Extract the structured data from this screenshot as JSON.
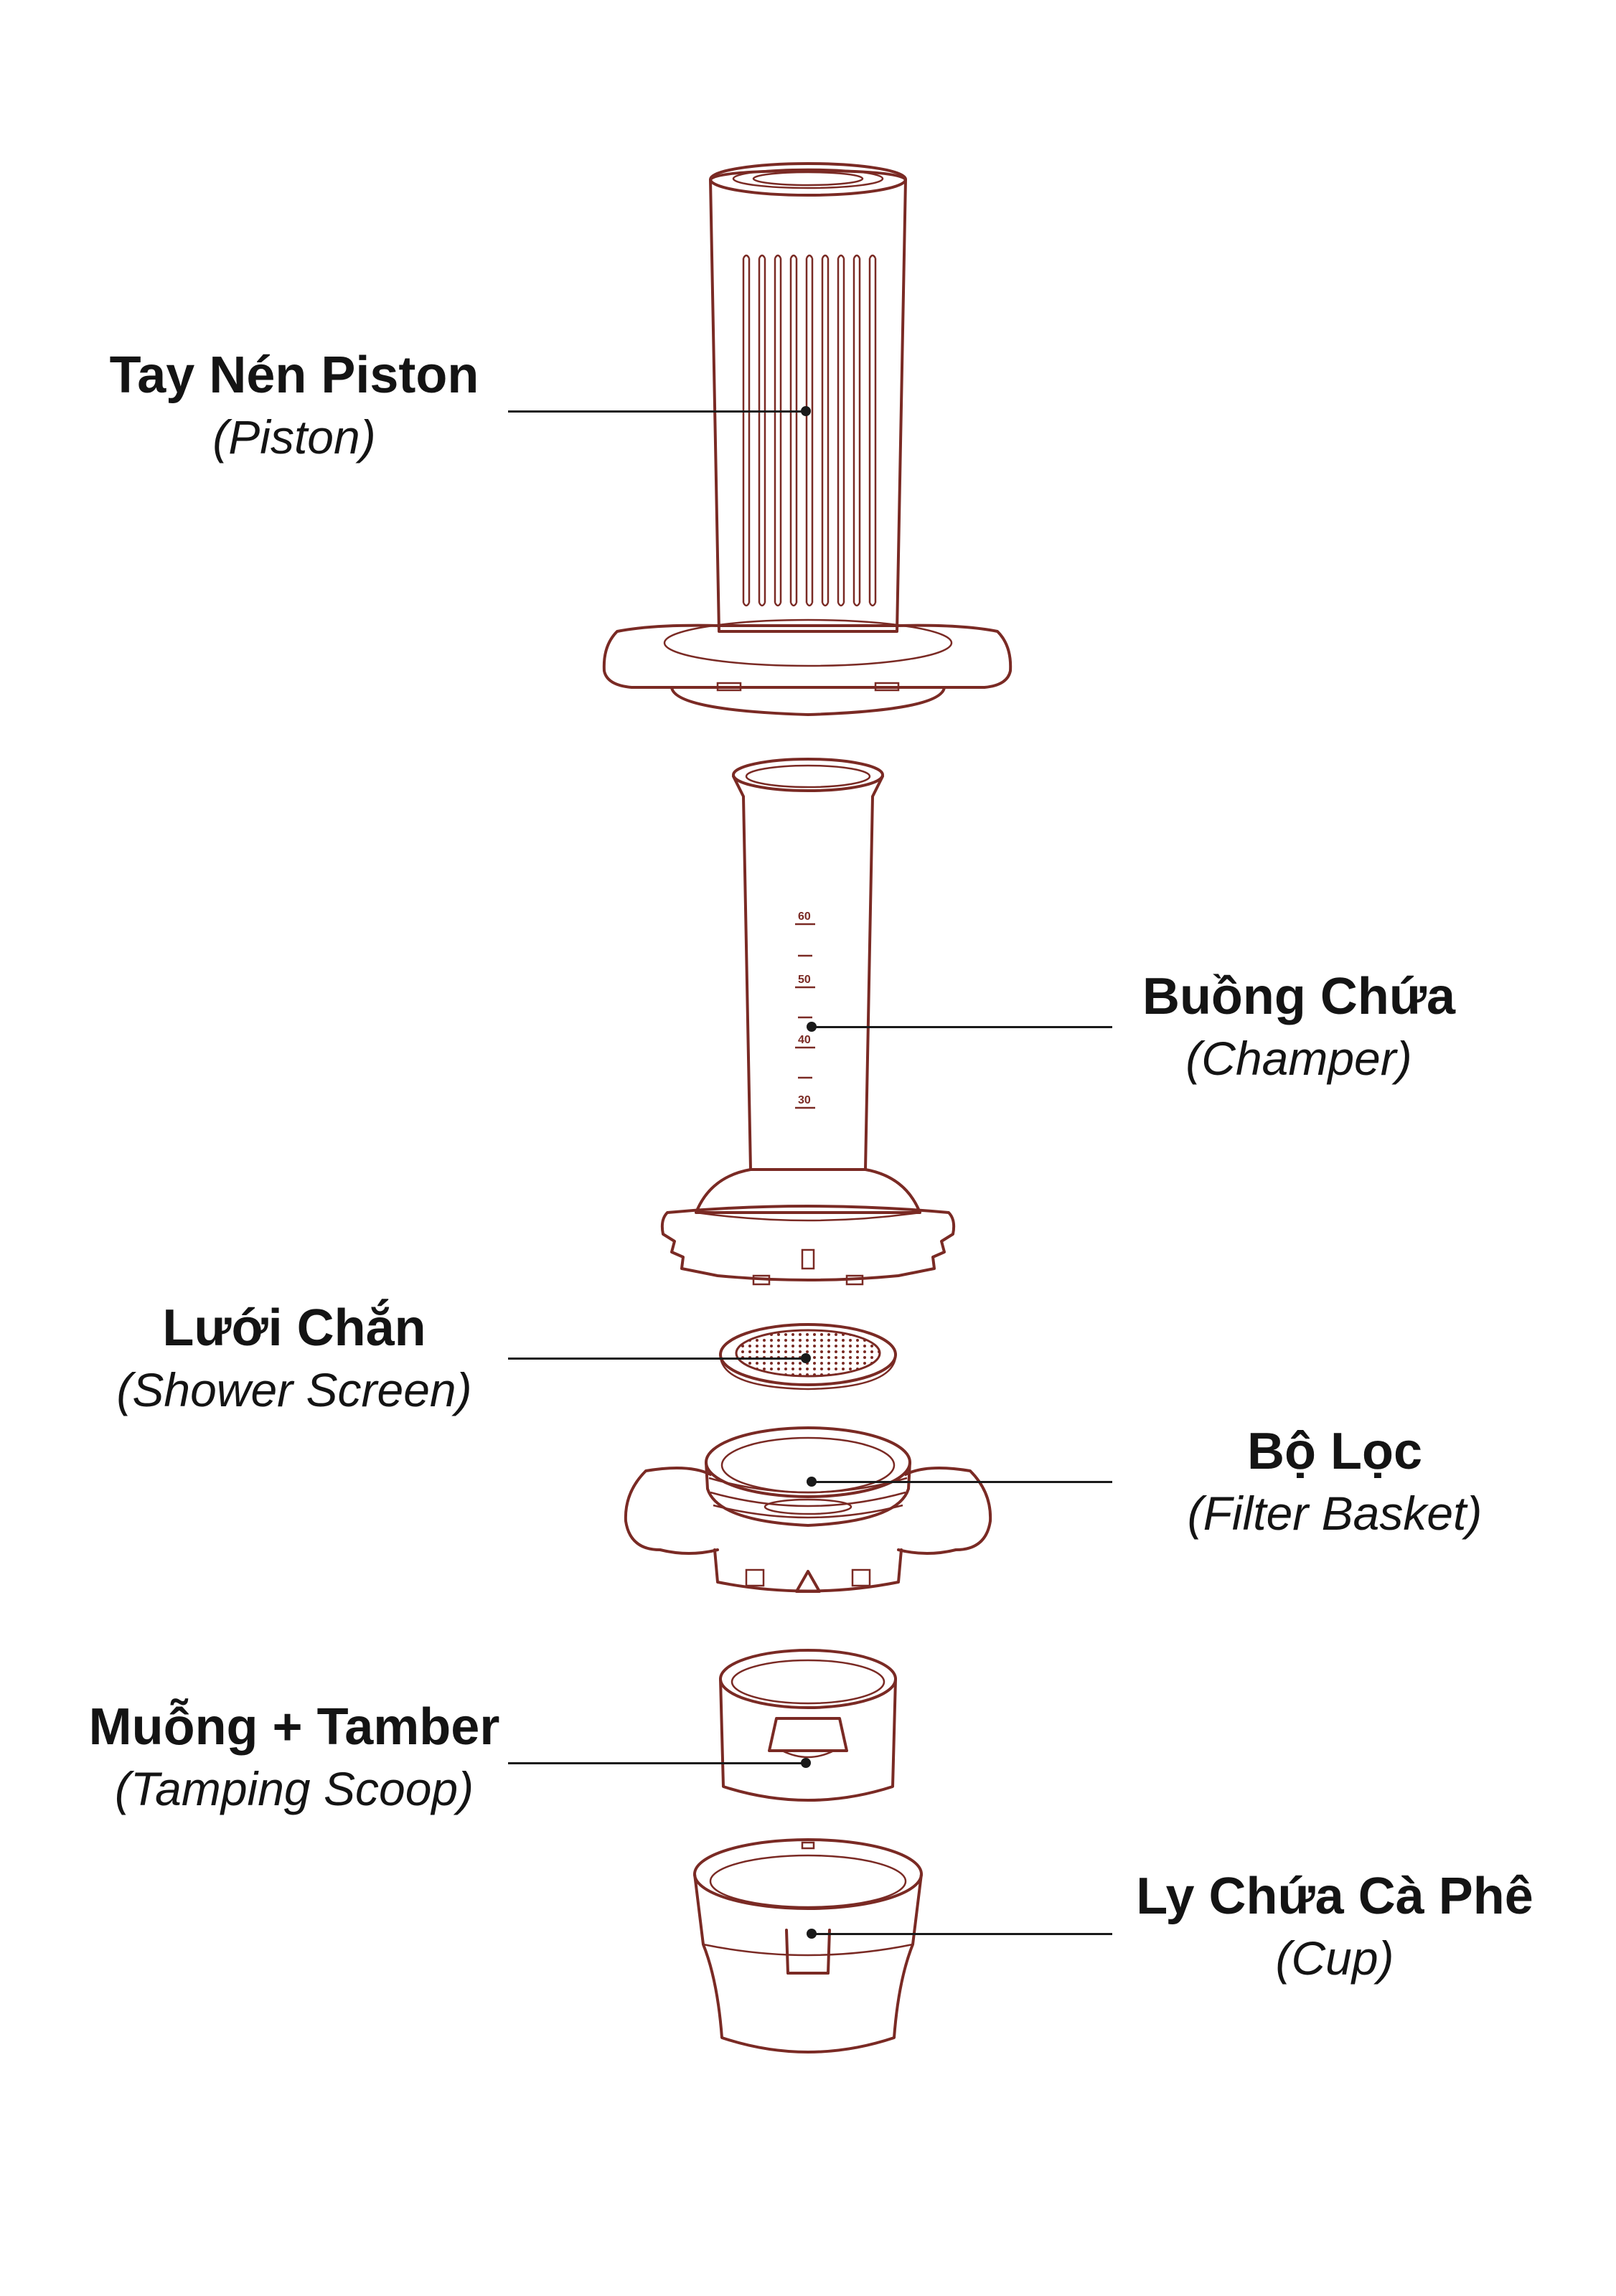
{
  "diagram": {
    "stroke_color": "#7a2a24",
    "text_color": "#141414",
    "background": "#ffffff",
    "parts": [
      {
        "id": "piston",
        "name": "Tay Nén Piston",
        "english": "(Piston)"
      },
      {
        "id": "chamber",
        "name": "Buồng Chứa",
        "english": "(Champer)"
      },
      {
        "id": "screen",
        "name": "Lưới Chắn",
        "english": "(Shower Screen)"
      },
      {
        "id": "filter",
        "name": "Bộ Lọc",
        "english": "(Filter Basket)"
      },
      {
        "id": "scoop",
        "name": "Muỗng + Tamber",
        "english": "(Tamping Scoop)"
      },
      {
        "id": "cup",
        "name": "Ly Chứa Cà Phê",
        "english": "(Cup)"
      }
    ],
    "chamber_scale_marks": [
      "60",
      "50",
      "40",
      "30"
    ]
  }
}
